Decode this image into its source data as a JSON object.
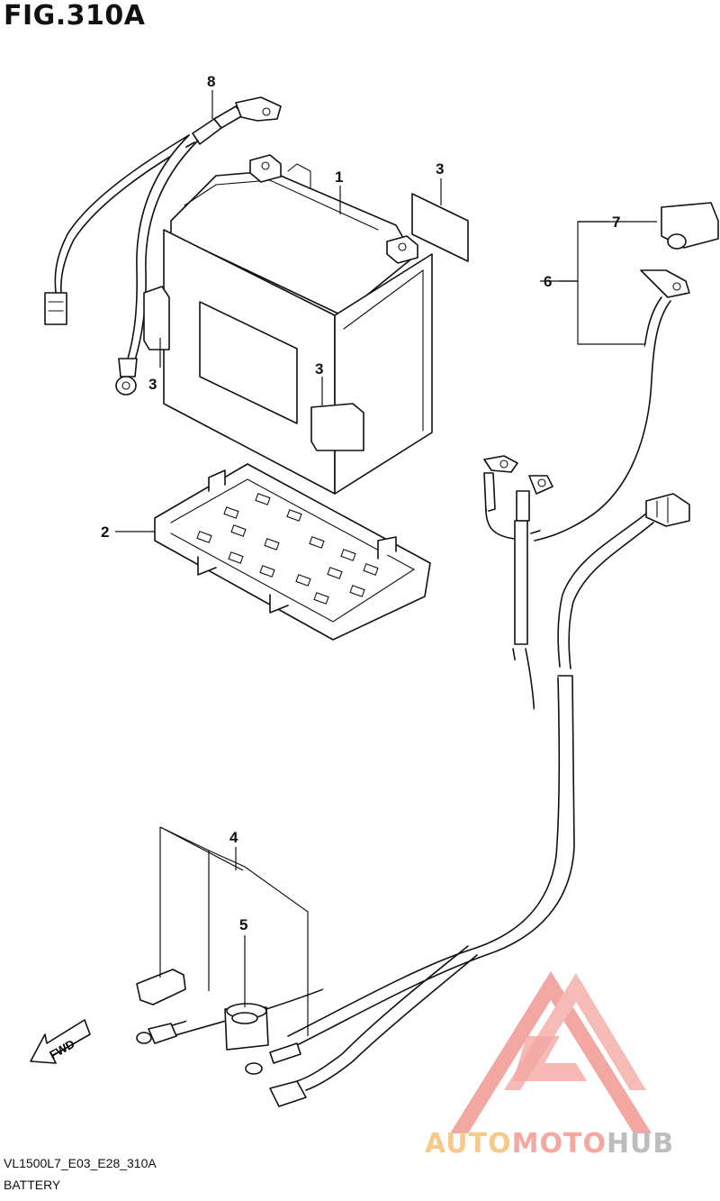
{
  "figure": {
    "title": "FIG.310A",
    "code": "VL1500L7_E03_E28_310A",
    "name": "BATTERY"
  },
  "callouts": [
    {
      "label": "1"
    },
    {
      "label": "2"
    },
    {
      "label": "3"
    },
    {
      "label": "3"
    },
    {
      "label": "3"
    },
    {
      "label": "4"
    },
    {
      "label": "5"
    },
    {
      "label": "6"
    },
    {
      "label": "7"
    },
    {
      "label": "8"
    }
  ],
  "fwd_label": "FWD",
  "watermark": {
    "part_a": "AUTO",
    "part_b": "MOTO",
    "part_c": "HUB",
    "colors": {
      "a": "#f7c98a",
      "b": "#f5a7a0",
      "c": "#bdbdbd",
      "logo": "#f08a84"
    }
  }
}
